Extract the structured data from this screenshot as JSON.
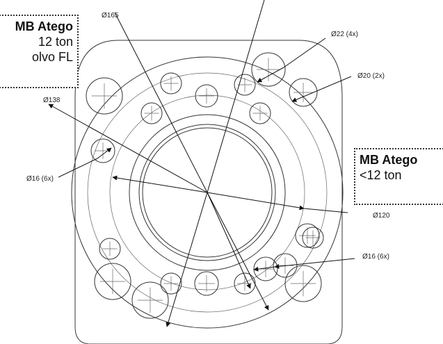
{
  "callouts": {
    "left": {
      "title": "MB Atego",
      "line1": "12 ton",
      "line2": "olvo FL"
    },
    "right": {
      "title": "MB Atego",
      "line1": "<12 ton"
    }
  },
  "dimensions": {
    "d165": "Ø165",
    "d138": "Ø138",
    "d16_left": "Ø16 (6x)",
    "d22": "Ø22 (4x)",
    "d20": "Ø20 (2x)",
    "d120": "Ø120",
    "d16_right": "Ø16 (6x)"
  },
  "colors": {
    "stroke": "#333333",
    "callout_border": "#333333"
  }
}
